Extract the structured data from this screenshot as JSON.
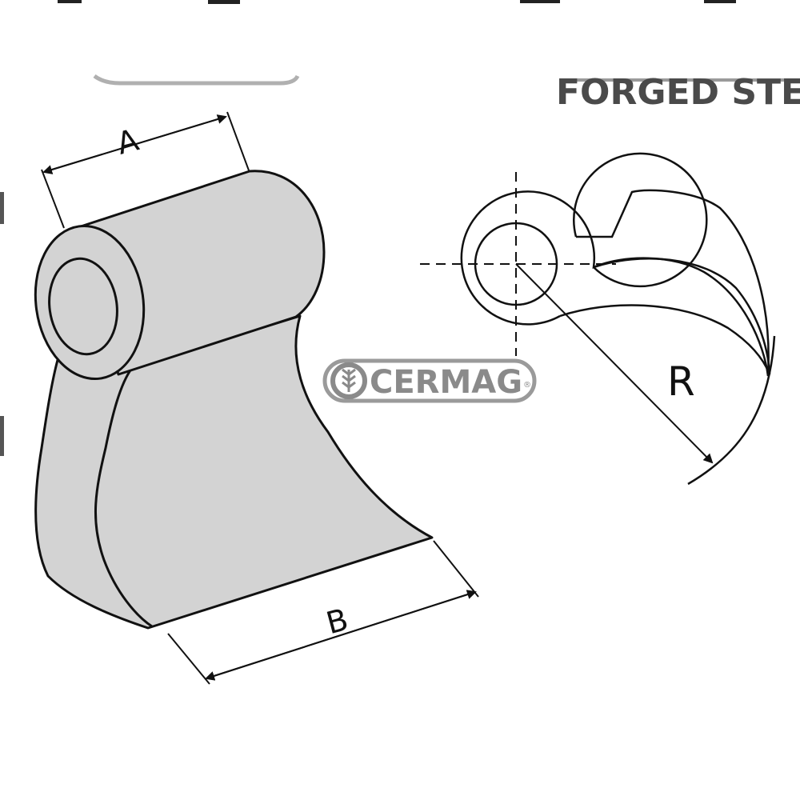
{
  "header": {
    "material_text": "FORGED STEE"
  },
  "logo": {
    "brand": "CERMAG",
    "registered_mark": "®",
    "color": "#8a8a8a"
  },
  "isometric_view": {
    "dimension_a": "A",
    "dimension_b": "B",
    "body_fill": "#d3d3d3",
    "outline_color": "#111111"
  },
  "side_view": {
    "radius_label": "R"
  }
}
